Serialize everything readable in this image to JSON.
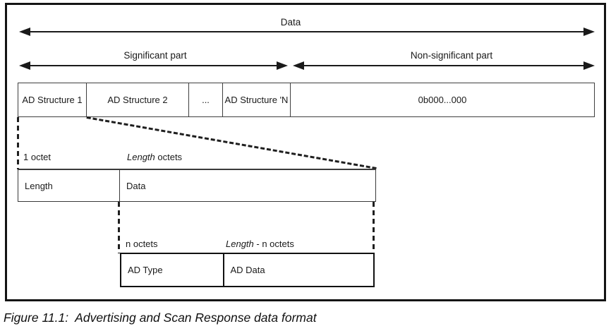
{
  "figure": {
    "caption": "Figure 11.1:  Advertising and Scan Response data format"
  },
  "arrows": {
    "data_label": "Data",
    "significant_label": "Significant part",
    "non_significant_label": "Non-significant part"
  },
  "structure_row": {
    "cells": [
      "AD Structure 1",
      "AD Structure 2",
      "...",
      "AD Structure 'N",
      "0b000...000"
    ]
  },
  "length_row": {
    "octet_label_1": "1 octet",
    "octet_label_2_italic": "Length",
    "octet_label_2_rest": " octets",
    "cells": [
      "Length",
      "Data"
    ]
  },
  "ad_row": {
    "octet_label_1": "n octets",
    "octet_label_2_italic": "Length",
    "octet_label_2_rest": " - n octets",
    "cells": [
      "AD Type",
      "AD Data"
    ]
  },
  "colors": {
    "line": "#1a1a1a",
    "thin_border": "#3f3f3f",
    "thick_border": "#111111",
    "background": "#ffffff"
  }
}
